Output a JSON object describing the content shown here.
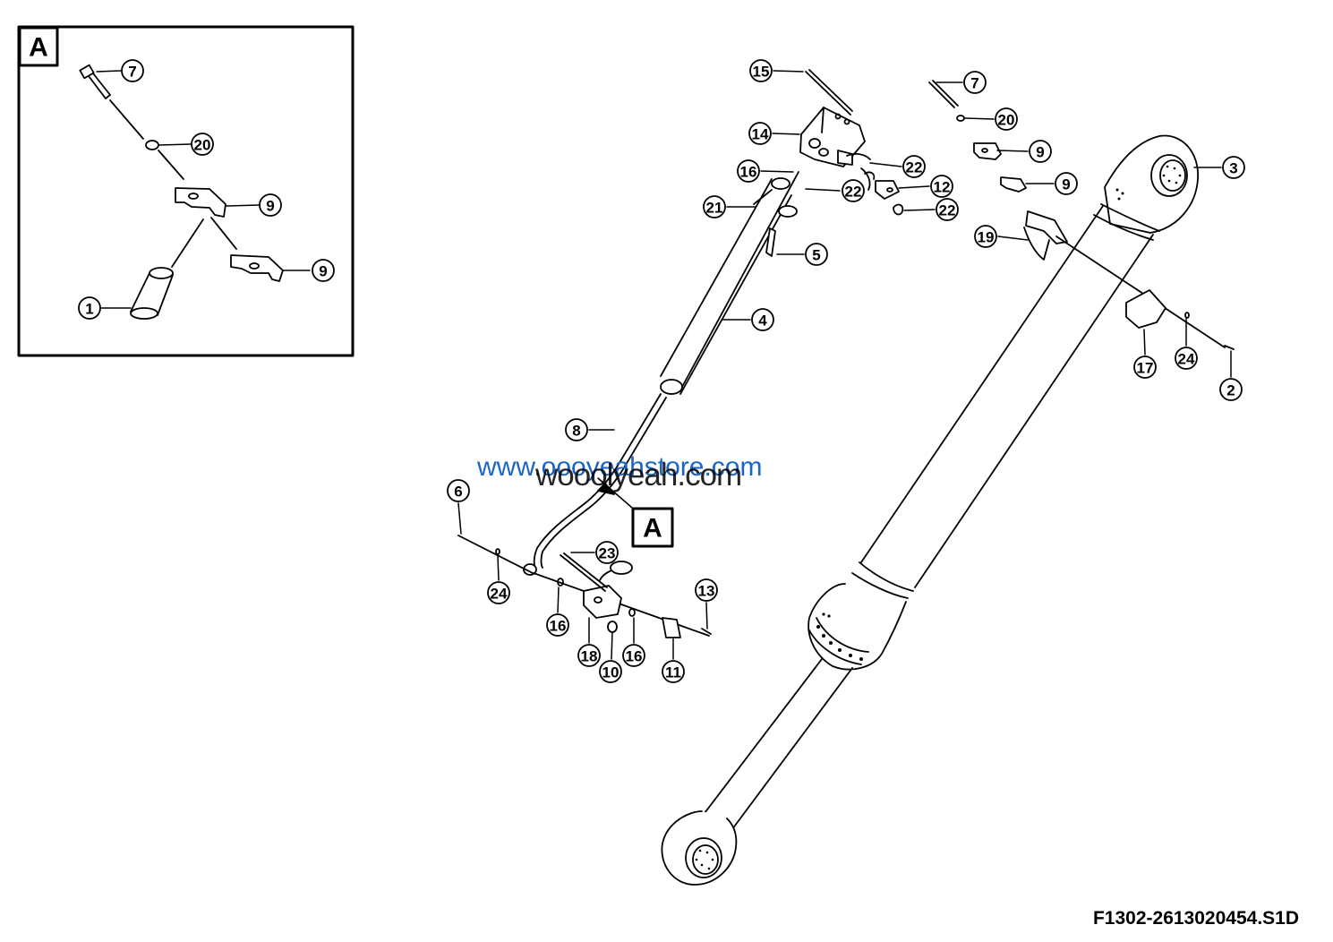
{
  "inset": {
    "label": "A"
  },
  "detail_flag": {
    "label": "A"
  },
  "callouts": [
    {
      "id": "c-inset-7",
      "text": "7"
    },
    {
      "id": "c-inset-20",
      "text": "20"
    },
    {
      "id": "c-inset-9a",
      "text": "9"
    },
    {
      "id": "c-inset-9b",
      "text": "9"
    },
    {
      "id": "c-inset-1",
      "text": "1"
    },
    {
      "id": "c-15",
      "text": "15"
    },
    {
      "id": "c-14",
      "text": "14"
    },
    {
      "id": "c-16a",
      "text": "16"
    },
    {
      "id": "c-22a",
      "text": "22"
    },
    {
      "id": "c-22b",
      "text": "22"
    },
    {
      "id": "c-12",
      "text": "12"
    },
    {
      "id": "c-22c",
      "text": "22"
    },
    {
      "id": "c-21",
      "text": "21"
    },
    {
      "id": "c-5",
      "text": "5"
    },
    {
      "id": "c-4",
      "text": "4"
    },
    {
      "id": "c-8",
      "text": "8"
    },
    {
      "id": "c-6",
      "text": "6"
    },
    {
      "id": "c-24a",
      "text": "24"
    },
    {
      "id": "c-23",
      "text": "23"
    },
    {
      "id": "c-13",
      "text": "13"
    },
    {
      "id": "c-16b",
      "text": "16"
    },
    {
      "id": "c-18",
      "text": "18"
    },
    {
      "id": "c-10",
      "text": "10"
    },
    {
      "id": "c-16c",
      "text": "16"
    },
    {
      "id": "c-11",
      "text": "11"
    },
    {
      "id": "c-7",
      "text": "7"
    },
    {
      "id": "c-20",
      "text": "20"
    },
    {
      "id": "c-9a",
      "text": "9"
    },
    {
      "id": "c-9b",
      "text": "9"
    },
    {
      "id": "c-3",
      "text": "3"
    },
    {
      "id": "c-19",
      "text": "19"
    },
    {
      "id": "c-17",
      "text": "17"
    },
    {
      "id": "c-24b",
      "text": "24"
    },
    {
      "id": "c-2",
      "text": "2"
    }
  ],
  "watermark": {
    "primary": "www.oooyeahstore.com",
    "secondary": "wooolyeah.com"
  },
  "figure_code": "F1302-2613020454.S1D"
}
